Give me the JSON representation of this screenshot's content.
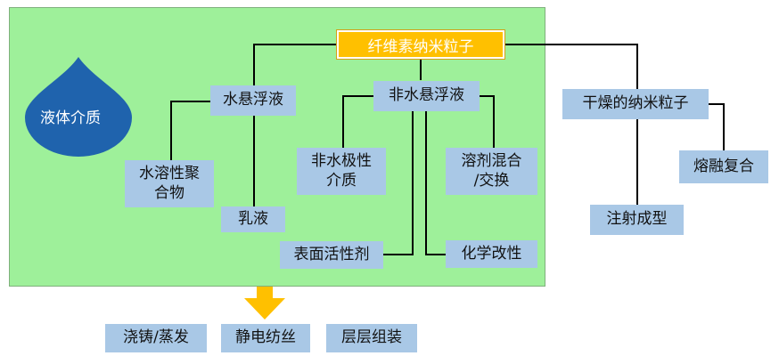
{
  "root": {
    "label": "纤维素纳米粒子"
  },
  "liquid_medium": {
    "label": "液体介质"
  },
  "aqueous": {
    "label": "水悬浮液",
    "children": [
      "水溶性聚\n合物",
      "乳液"
    ]
  },
  "non_aqueous": {
    "label": "非水悬浮液",
    "children": [
      "非水极性\n介质",
      "溶剂混合\n/交换",
      "表面活性剂",
      "化学改性"
    ]
  },
  "dried": {
    "label": "干燥的纳米粒子",
    "children": [
      "熔融复合",
      "注射成型"
    ]
  },
  "outputs": [
    "浇铸/蒸发",
    "静电纺丝",
    "层层组装"
  ],
  "colors": {
    "region": "#9ef09a",
    "box": "#a9c8e6",
    "root": "#ffc000",
    "drop": "#1f63ad",
    "arrow": "#ffc000",
    "line": "#000000"
  }
}
